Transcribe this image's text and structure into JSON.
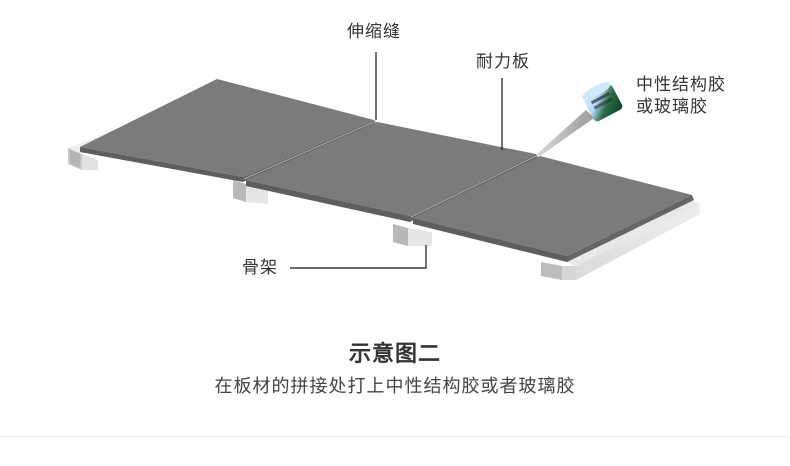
{
  "diagram": {
    "labels": {
      "expansion_joint": "伸缩缝",
      "panel": "耐力板",
      "sealant_line1": "中性结构胶",
      "sealant_line2": "或玻璃胶",
      "frame": "骨架"
    },
    "colors": {
      "panel_top": "#7a7a7a",
      "panel_edge": "#5e5e5e",
      "frame_light": "#e4e4e4",
      "frame_face": "#bdbdbd",
      "leader_line": "#111111",
      "sealant_body": "#1f5c3a",
      "text": "#333333"
    }
  },
  "caption": {
    "title": "示意图二",
    "subtitle": "在板材的拼接处打上中性结构胶或者玻璃胶"
  }
}
